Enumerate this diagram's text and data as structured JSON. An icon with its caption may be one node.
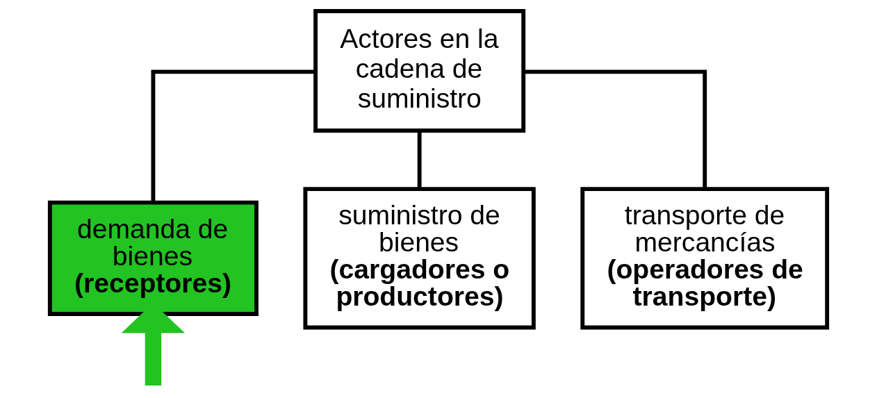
{
  "diagram": {
    "nodes": [
      {
        "text": [
          "Actores en la cadena de suministro"
        ]
      },
      {
        "text": [
          "demanda de bienes",
          "(receptores)"
        ]
      },
      {
        "text": [
          "suministro de bienes",
          "(cargadores o productores)"
        ]
      },
      {
        "text": [
          "transporte de mercancías",
          "(operadores de transporte)"
        ]
      }
    ],
    "edges": [
      {
        "from": 0,
        "to": 1,
        "arrow": "none"
      },
      {
        "from": 0,
        "to": 2,
        "arrow": "none"
      },
      {
        "from": 0,
        "to": 3,
        "arrow": "none"
      },
      {
        "from": null,
        "to": 1,
        "arrow": "to",
        "style": "thick",
        "color": "#22c322"
      }
    ]
  }
}
